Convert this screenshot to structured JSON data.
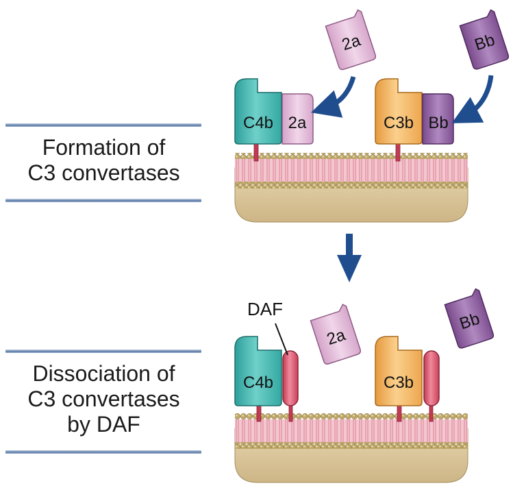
{
  "sections": [
    {
      "id": "formation",
      "lines": [
        "Formation of",
        "C3 convertases"
      ]
    },
    {
      "id": "dissociation",
      "lines": [
        "Dissociation of",
        "C3 convertases",
        "by DAF"
      ]
    }
  ],
  "labels": {
    "c4b": "C4b",
    "c3b": "C3b",
    "f2a": "2a",
    "bb": "Bb",
    "daf": "DAF"
  },
  "colors": {
    "c4b": "#3fb3ae",
    "c3b": "#f1b25c",
    "f2a": "#dcb1d2",
    "bb": "#8d5c9c",
    "daf": "#d9455c",
    "arrow": "#1f4d8e",
    "membrane_top": "#e9dcb6",
    "membrane_pink": "#f0b7c2",
    "membrane_base": "#dcc79a",
    "rule": "#5d7ca8"
  }
}
